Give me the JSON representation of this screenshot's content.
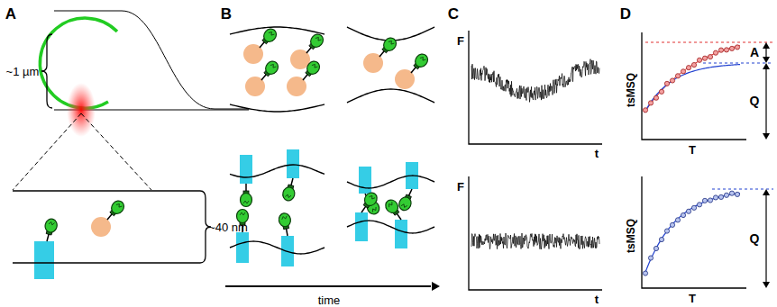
{
  "diagram": {
    "labels": [
      "A",
      "B",
      "C",
      "D",
      "~1 µm",
      "~40 nm",
      "time",
      "F",
      "t",
      "F",
      "t",
      "tsMSQ",
      "T",
      "A",
      "Q",
      "tsMSQ",
      "T",
      "Q"
    ]
  }
}
